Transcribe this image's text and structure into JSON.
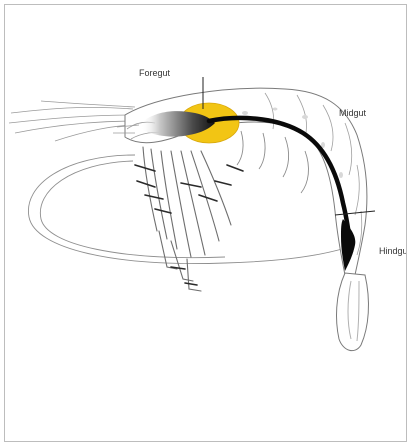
{
  "labels": {
    "foregut": "Foregut",
    "midgut": "Midgut",
    "hindgut": "Hindgut"
  },
  "colors": {
    "foregut_fill": "#f2c514",
    "gut_tract": "#0a0a0a",
    "outline": "#777777"
  }
}
